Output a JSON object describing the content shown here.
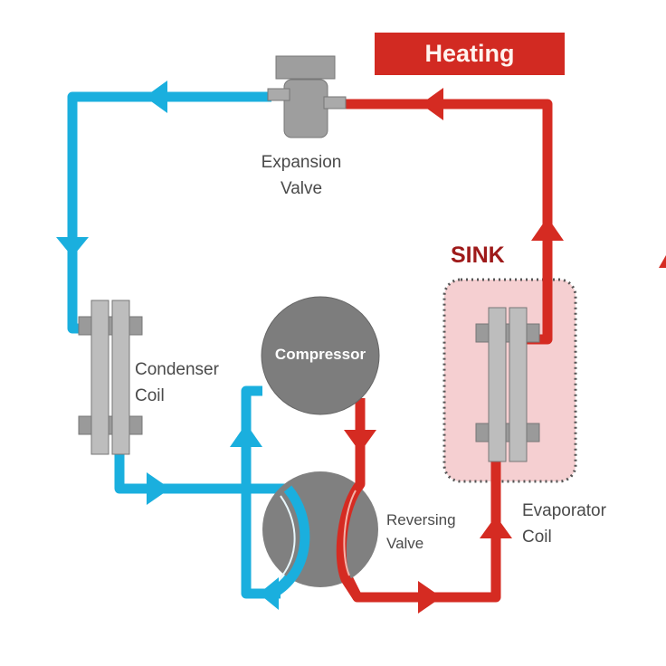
{
  "title": "Heat pump refrigeration cycle - heating mode",
  "mode_banner": "Heating",
  "sink_label": "SINK",
  "components": {
    "expansion_valve": [
      "Expansion",
      "Valve"
    ],
    "condenser_coil": [
      "Condenser",
      "Coil"
    ],
    "compressor": "Compressor",
    "reversing_valve": [
      "Reversing",
      "Valve"
    ],
    "evaporator_coil": [
      "Evaporator",
      "Coil"
    ]
  },
  "colors": {
    "cold_line": "#1aafde",
    "hot_line": "#d52b22",
    "component_gray": "#808080",
    "coil_gray": "#b8b8b8",
    "sink_fill": "#f5cfd1",
    "sink_label": "#9e1a1a",
    "banner": "#d22a22"
  }
}
